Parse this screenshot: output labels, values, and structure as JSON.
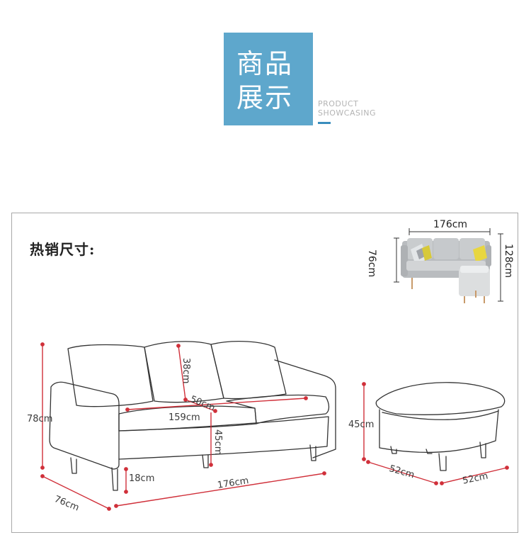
{
  "header": {
    "title_line1": "商品",
    "title_line2": "展示",
    "subtitle_line1": "PRODUCT",
    "subtitle_line2": "SHOWCASING"
  },
  "section": {
    "title": "热销尺寸:"
  },
  "photo": {
    "width_label": "176cm",
    "height_label": "76cm",
    "depth_label": "128cm"
  },
  "sofa": {
    "back_height": "38cm",
    "seat_depth": "50cm",
    "seat_width": "159cm",
    "seat_height": "45cm",
    "total_height": "78cm",
    "leg_height": "18cm",
    "total_width": "176cm",
    "total_depth": "76cm"
  },
  "ottoman": {
    "height": "45cm",
    "width": "52cm",
    "depth": "52cm"
  },
  "colors": {
    "header_bg": "#5ea7cc",
    "dimension_red": "#d0303a",
    "outline": "#333333"
  }
}
